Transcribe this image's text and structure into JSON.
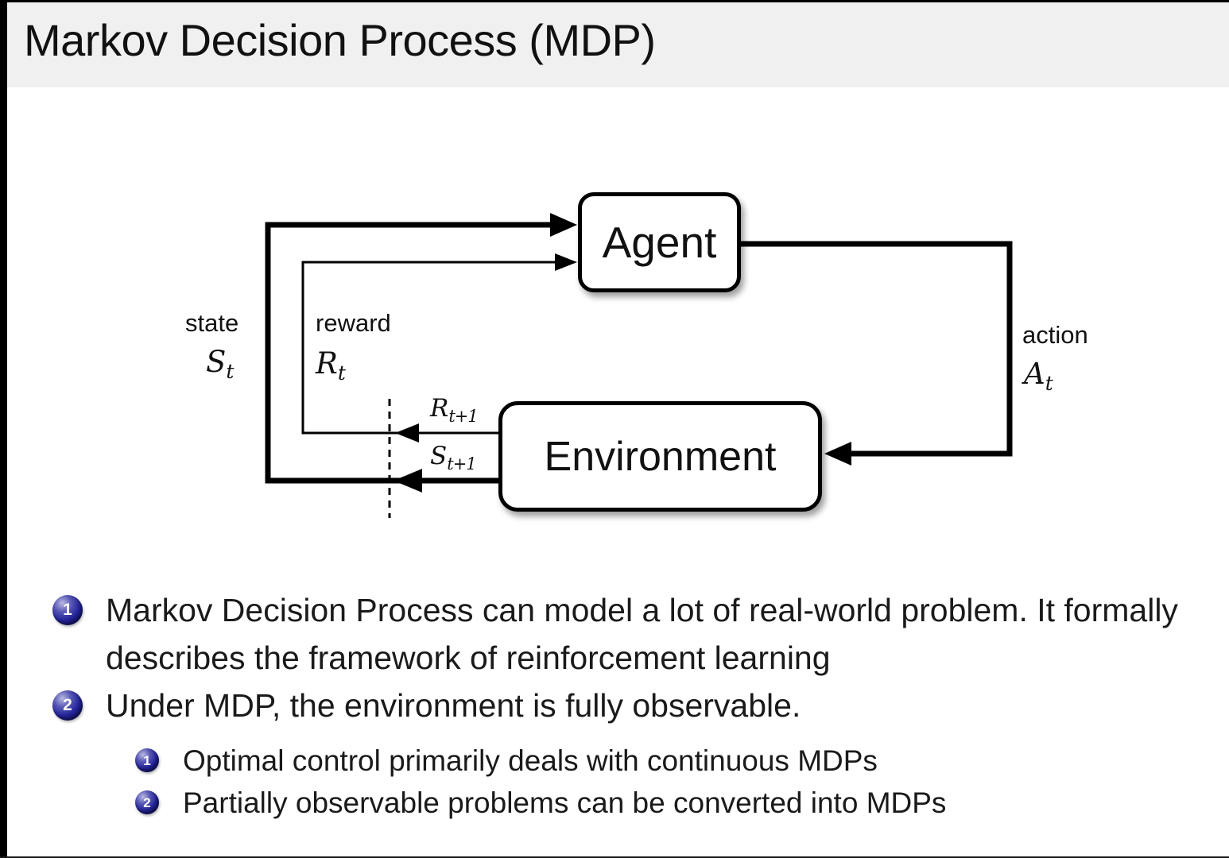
{
  "title": "Markov Decision Process (MDP)",
  "diagram": {
    "agent_label": "Agent",
    "environment_label": "Environment",
    "state_label": "state",
    "state_symbol": {
      "base": "S",
      "sub": "t"
    },
    "reward_label": "reward",
    "reward_symbol": {
      "base": "R",
      "sub": "t"
    },
    "action_label": "action",
    "action_symbol": {
      "base": "A",
      "sub": "t"
    },
    "next_reward_symbol": {
      "base": "R",
      "sub": "t+1"
    },
    "next_state_symbol": {
      "base": "S",
      "sub": "t+1"
    }
  },
  "bullets": [
    {
      "marker": "1",
      "text": "Markov Decision Process can model a lot of real-world problem. It formally describes the framework of reinforcement learning"
    },
    {
      "marker": "2",
      "text": "Under MDP, the environment is fully observable."
    }
  ],
  "sub_bullets": [
    {
      "marker": "1",
      "text": "Optimal control primarily deals with continuous MDPs"
    },
    {
      "marker": "2",
      "text": "Partially observable problems can be converted into MDPs"
    }
  ],
  "colors": {
    "background": "#ffffff",
    "title_band": "#f0f0f0",
    "line": "#000000",
    "ball_blue": "#23239a"
  }
}
